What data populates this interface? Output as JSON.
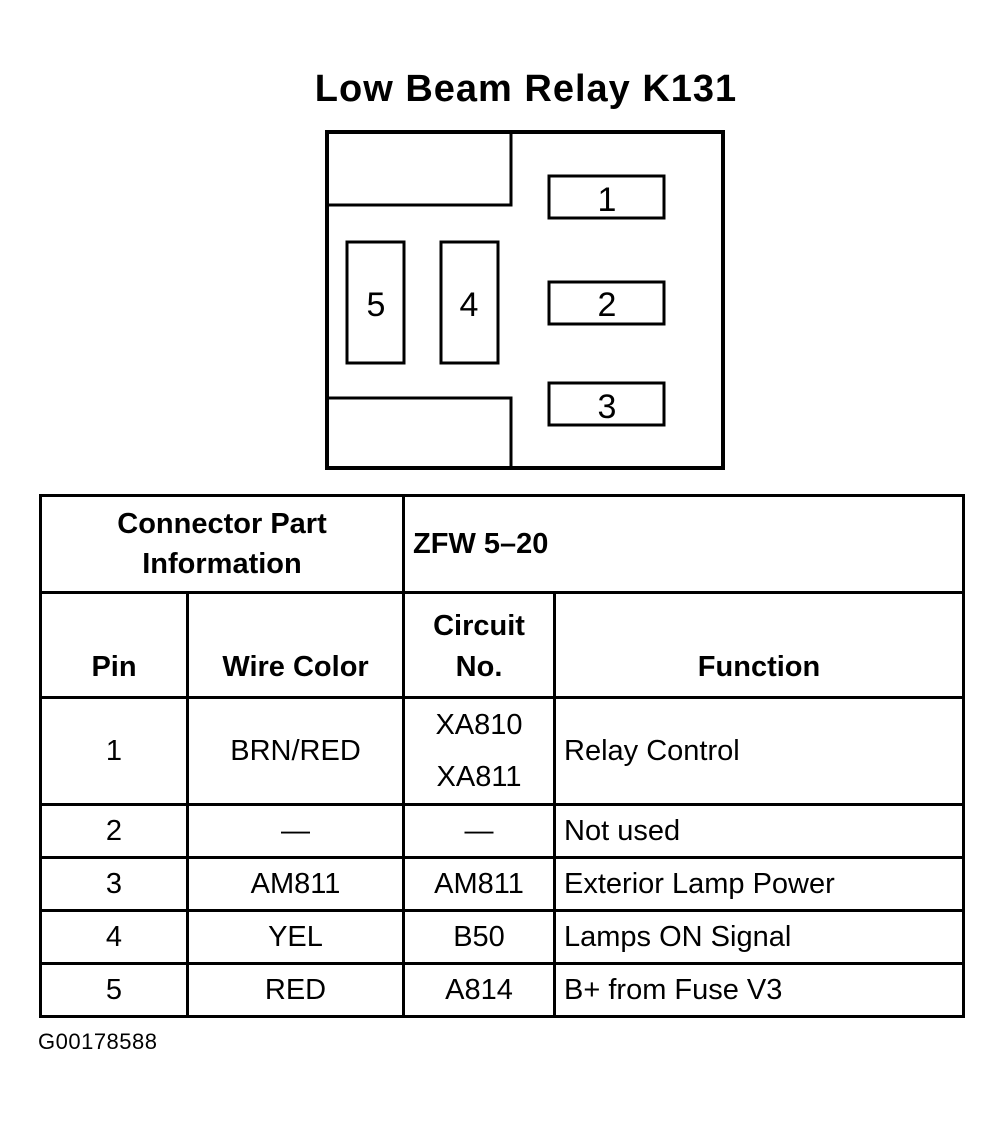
{
  "title": "Low Beam Relay K131",
  "connector": {
    "pins": [
      "1",
      "2",
      "3",
      "4",
      "5"
    ]
  },
  "table": {
    "part_info_label_line1": "Connector Part",
    "part_info_label_line2": "Information",
    "part_info_value": "ZFW 5–20",
    "headers": {
      "pin": "Pin",
      "wire_color": "Wire Color",
      "circuit_line1": "Circuit",
      "circuit_line2": "No.",
      "function": "Function"
    },
    "rows": [
      {
        "pin": "1",
        "wire_color": "BRN/RED",
        "circuit": [
          "XA810",
          "XA811"
        ],
        "function": "Relay Control"
      },
      {
        "pin": "2",
        "wire_color": "—",
        "circuit": [
          "—"
        ],
        "function": "Not used"
      },
      {
        "pin": "3",
        "wire_color": "AM811",
        "circuit": [
          "AM811"
        ],
        "function": "Exterior Lamp Power"
      },
      {
        "pin": "4",
        "wire_color": "YEL",
        "circuit": [
          "B50"
        ],
        "function": "Lamps ON Signal"
      },
      {
        "pin": "5",
        "wire_color": "RED",
        "circuit": [
          "A814"
        ],
        "function": "B+ from Fuse V3"
      }
    ]
  },
  "figure_id": "G00178588"
}
